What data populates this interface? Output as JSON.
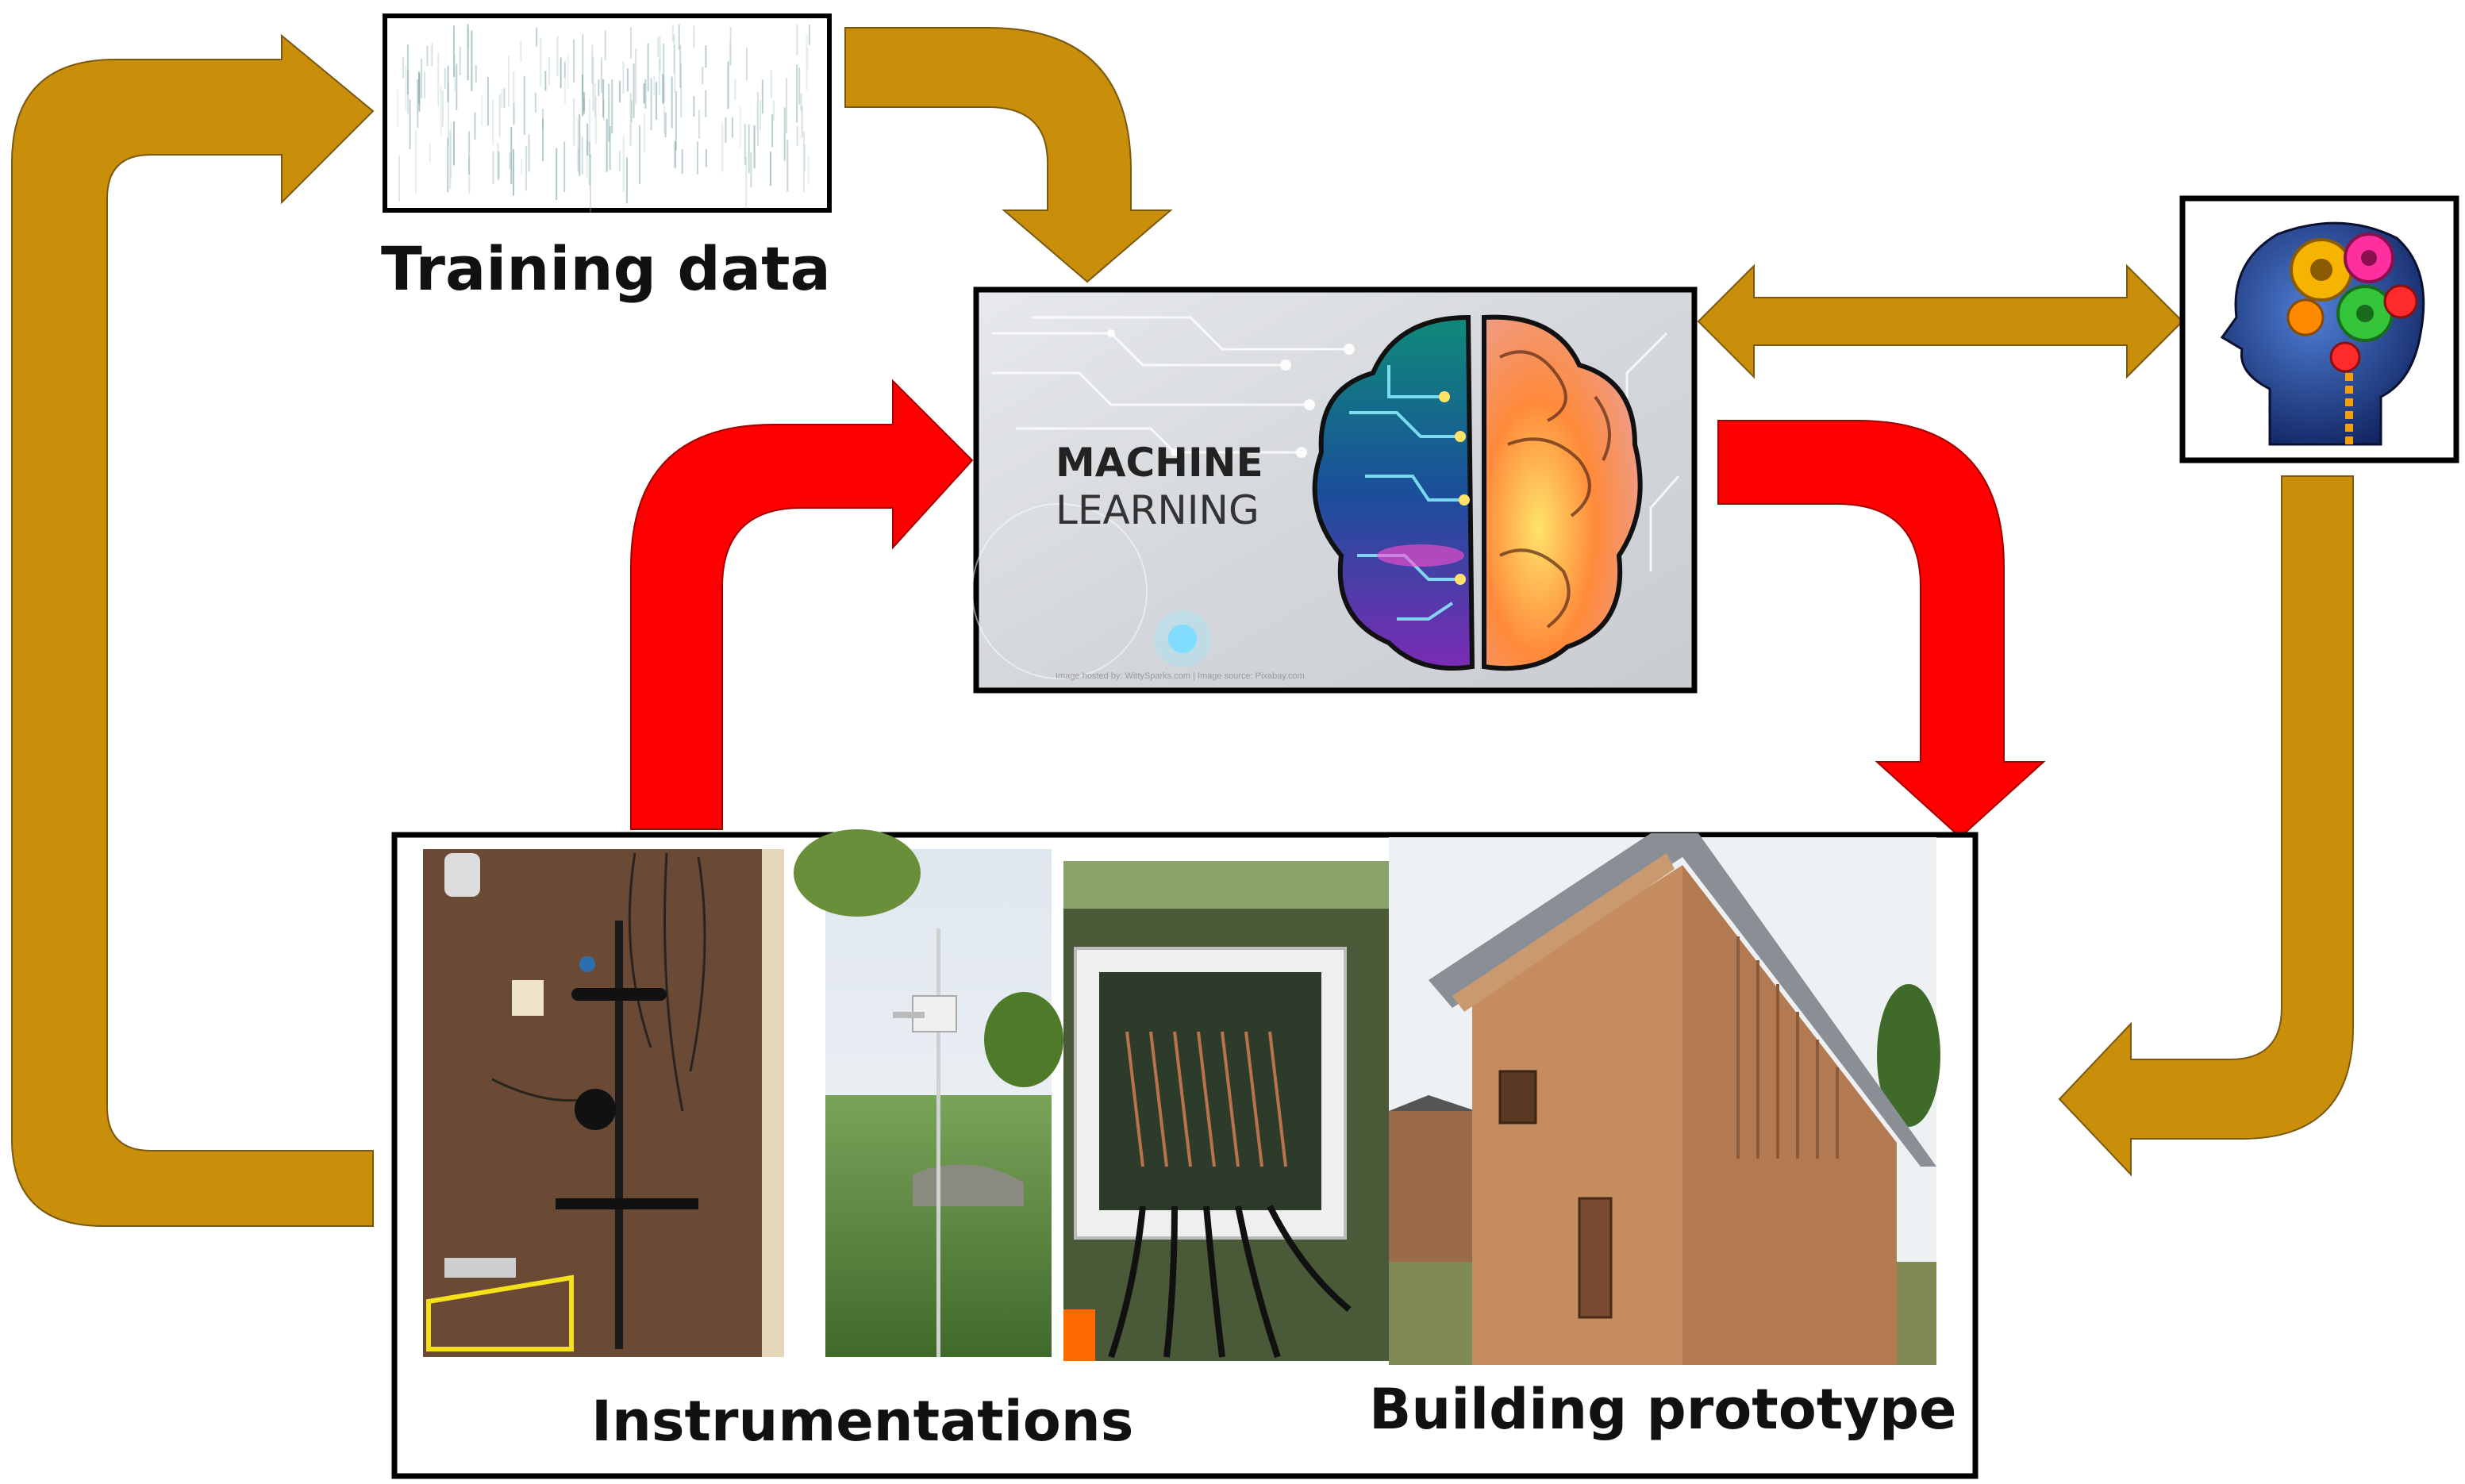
{
  "captions": {
    "training_data": "Training data",
    "instrumentations": "Instrumentations",
    "building_prototype": "Building prototype"
  },
  "ml_panel": {
    "title_line1": "MACHINE",
    "title_line2": "LEARNING",
    "credit": "Image hosted by: WittySparks.com | Image source: Pixabay.com"
  },
  "colors": {
    "gold_arrow": "#c98f0a",
    "red_arrow": "#ff0000",
    "box_border": "#000000"
  },
  "icons": {
    "training_data": "data-rain-image",
    "machine_learning": "brain-circuit-image",
    "expert_knowledge": "head-gears-image",
    "instrumentation_photos": [
      "room-sensors-photo",
      "weather-station-photo",
      "datalogger-box-photo"
    ],
    "building_photo": "earthen-house-photo"
  }
}
